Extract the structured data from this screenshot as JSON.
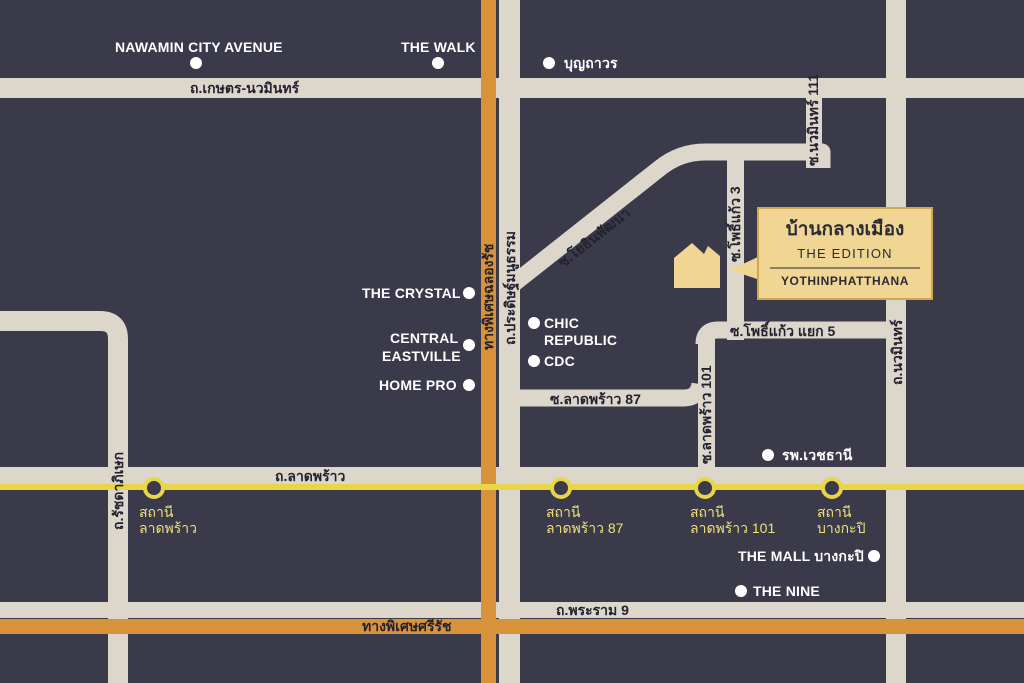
{
  "colors": {
    "background": "#3a3a4a",
    "road": "#ddd6cb",
    "expressway": "#d8923a",
    "rail": "#e8d54a",
    "callout": "#f0d593",
    "callout_border": "#cfa94f",
    "marker": "#ffffff",
    "building": "#f0d593"
  },
  "roads": {
    "kaset_nawamin": "ถ.เกษตร-นวมินทร์",
    "nawamin_111": "ซ.นวมินทร์ 111",
    "yothin_phatthana": "ซ.โยธินพัฒนา",
    "pho_kaeo_3": "ซ.โพธิ์แก้ว 3",
    "thang_phiset_chalong_rat": "ทางพิเศษฉลองรัช",
    "pradit_manutham": "ถ.ประดิษฐ์มนูธรรม",
    "pho_kaeo_yaek_5": "ซ.โพธิ์แก้ว แยก 5",
    "nawamin": "ถ.นวมินทร์",
    "lat_phrao_87": "ซ.ลาดพร้าว 87",
    "lat_phrao_101": "ซ.ลาดพร้าว 101",
    "lat_phrao": "ถ.ลาดพร้าว",
    "ratchada": "ถ.รัชดาภิเษก",
    "rama_9": "ถ.พระราม 9",
    "thang_phiset_si_rat": "ทางพิเศษศรีรัช"
  },
  "places": {
    "nawamin_city_avenue": "NAWAMIN CITY AVENUE",
    "the_walk": "THE WALK",
    "bunthavorn": "บุญถาวร",
    "the_crystal": "THE CRYSTAL",
    "central_eastville_1": "CENTRAL",
    "central_eastville_2": "EASTVILLE",
    "home_pro": "HOME PRO",
    "chic_republic_1": "CHIC",
    "chic_republic_2": "REPUBLIC",
    "cdc": "CDC",
    "vejthani": "รพ.เวชธานี",
    "the_mall_bangkapi": "THE MALL บางกะปิ",
    "the_nine": "THE NINE"
  },
  "stations": [
    {
      "line1": "สถานี",
      "line2": "ลาดพร้าว"
    },
    {
      "line1": "สถานี",
      "line2": "ลาดพร้าว 87"
    },
    {
      "line1": "สถานี",
      "line2": "ลาดพร้าว 101"
    },
    {
      "line1": "สถานี",
      "line2": "บางกะปิ"
    }
  ],
  "callout": {
    "title": "บ้านกลางเมือง",
    "subtitle": "THE EDITION",
    "footer": "YOTHINPHATTHANA"
  }
}
